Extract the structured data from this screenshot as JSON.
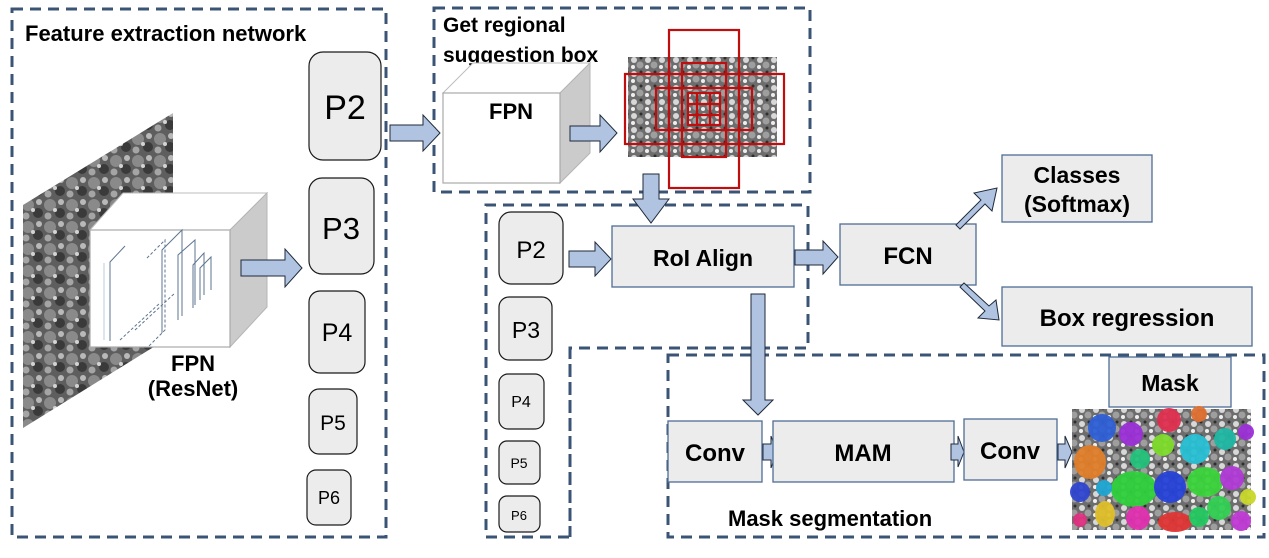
{
  "sections": {
    "feature_extraction": {
      "title": "Feature extraction network"
    },
    "regional": {
      "title_line1": "Get regional",
      "title_line2": "suggestion box"
    },
    "mask": {
      "title": "Mask segmentation"
    }
  },
  "feature_extraction": {
    "cube_label_line1": "FPN",
    "cube_label_line2": "(ResNet)",
    "pyramid": [
      "P2",
      "P3",
      "P4",
      "P5",
      "P6"
    ]
  },
  "regional": {
    "cube_label": "FPN"
  },
  "roi_column": {
    "pyramid": [
      "P2",
      "P3",
      "P4",
      "P5",
      "P6"
    ]
  },
  "modules": {
    "roi_align": "RoI Align",
    "fcn": "FCN",
    "classes_line1": "Classes",
    "classes_line2": "(Softmax)",
    "box_regression": "Box regression",
    "conv1": "Conv",
    "mam": "MAM",
    "conv2": "Conv",
    "mask_output": "Mask"
  },
  "colors": {
    "dashed_border": "#3b5476",
    "arrow_fill": "#b0c4e2",
    "module_fill": "#ececec",
    "proposal_box": "#c00d0d"
  },
  "images": {
    "input": "grayscale SEM micrograph of particles",
    "proposals": "SEM micrograph with red region proposal boxes",
    "mask_result": "SEM micrograph with colored instance masks"
  }
}
